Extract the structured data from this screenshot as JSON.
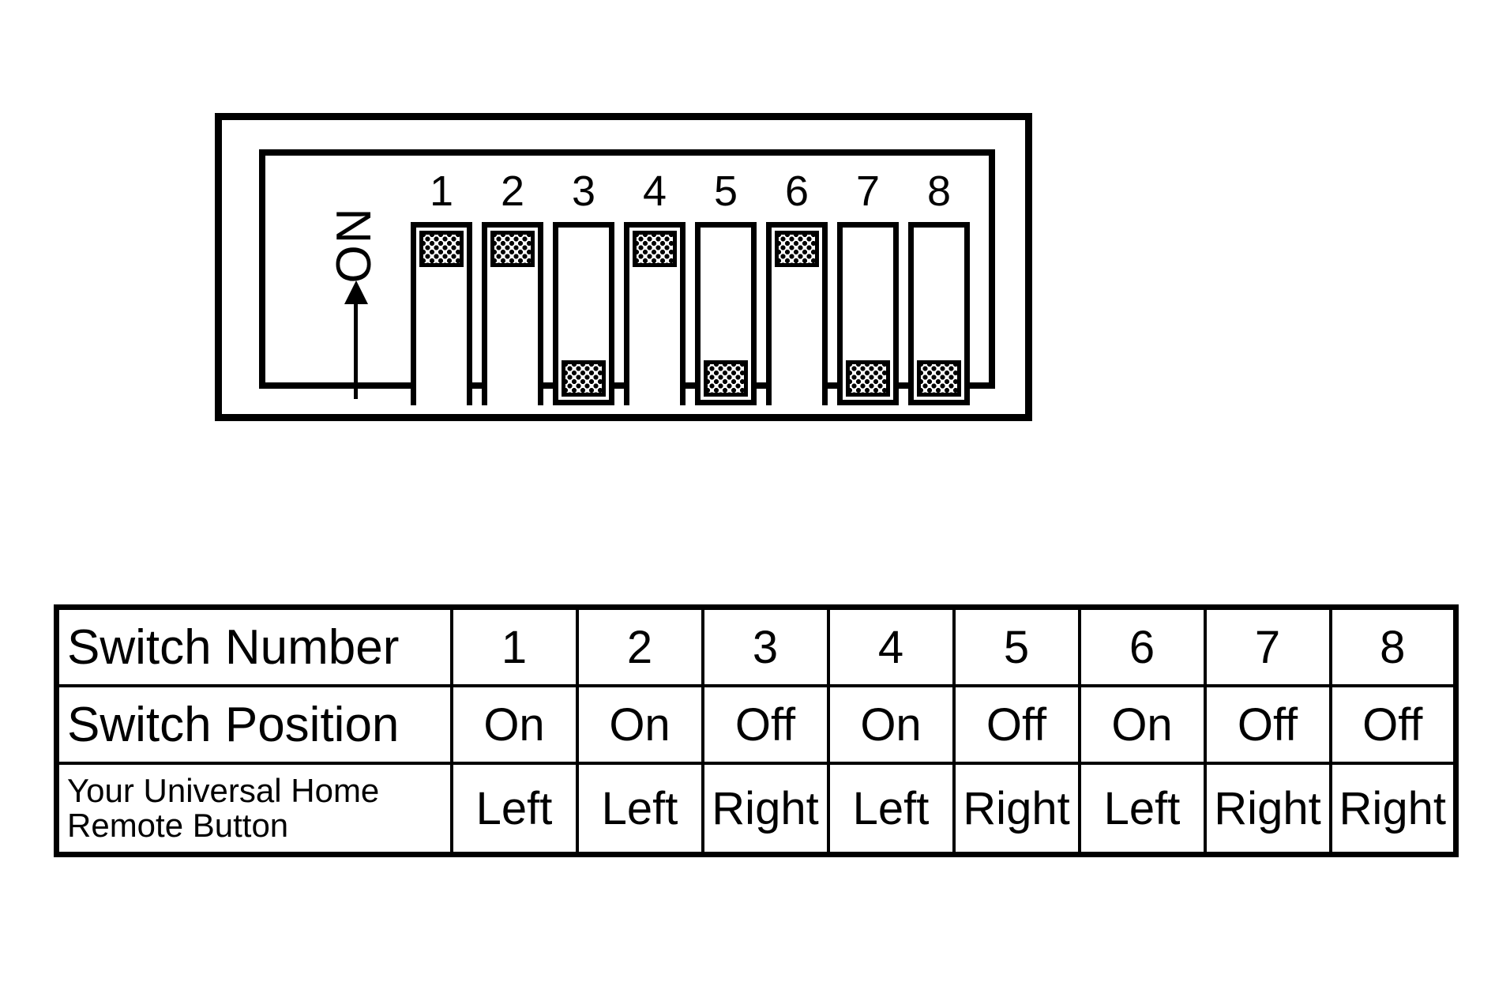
{
  "diagram": {
    "on_label": "ON",
    "arrow_direction": "up",
    "switches": [
      {
        "number": "1",
        "position": "on"
      },
      {
        "number": "2",
        "position": "on"
      },
      {
        "number": "3",
        "position": "off"
      },
      {
        "number": "4",
        "position": "on"
      },
      {
        "number": "5",
        "position": "off"
      },
      {
        "number": "6",
        "position": "on"
      },
      {
        "number": "7",
        "position": "off"
      },
      {
        "number": "8",
        "position": "off"
      }
    ]
  },
  "table": {
    "rows": [
      {
        "label": "Switch Number",
        "values": [
          "1",
          "2",
          "3",
          "4",
          "5",
          "6",
          "7",
          "8"
        ]
      },
      {
        "label": "Switch Position",
        "values": [
          "On",
          "On",
          "Off",
          "On",
          "Off",
          "On",
          "Off",
          "Off"
        ]
      },
      {
        "label_line1": "Your Universal Home",
        "label_line2": "Remote Button",
        "values": [
          "Left",
          "Left",
          "Right",
          "Left",
          "Right",
          "Left",
          "Right",
          "Right"
        ]
      }
    ]
  },
  "colors": {
    "ink": "#000000",
    "paper": "#ffffff"
  }
}
